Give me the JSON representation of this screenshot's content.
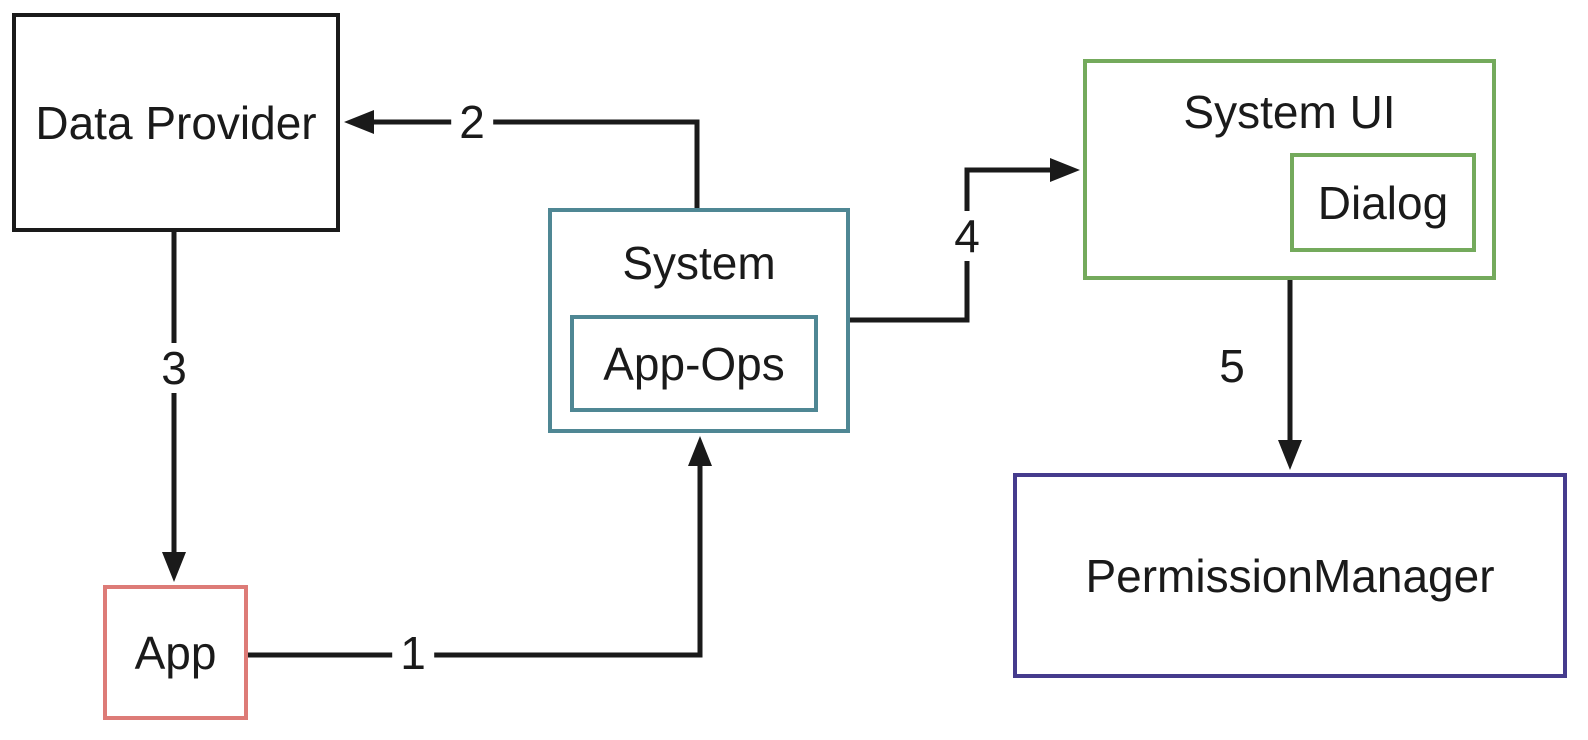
{
  "diagram": {
    "background_color": "#ffffff",
    "arrow_color": "#1a1a1a",
    "nodes": {
      "data_provider": {
        "label": "Data Provider",
        "border_color": "#1a1a1a"
      },
      "system": {
        "label": "System",
        "border_color": "#4f8794"
      },
      "app_ops": {
        "label": "App-Ops",
        "border_color": "#4f8794",
        "parent": "system"
      },
      "system_ui": {
        "label": "System UI",
        "border_color": "#74aa5c"
      },
      "dialog": {
        "label": "Dialog",
        "border_color": "#74aa5c",
        "parent": "system_ui"
      },
      "permission_manager": {
        "label": "PermissionManager",
        "border_color": "#453b8d"
      },
      "app": {
        "label": "App",
        "border_color": "#dd7b77"
      }
    },
    "edges": [
      {
        "label": "1",
        "from": "app",
        "to": "system"
      },
      {
        "label": "2",
        "from": "system",
        "to": "data_provider"
      },
      {
        "label": "3",
        "from": "data_provider",
        "to": "app"
      },
      {
        "label": "4",
        "from": "system",
        "to": "system_ui"
      },
      {
        "label": "5",
        "from": "system_ui",
        "to": "permission_manager"
      }
    ]
  }
}
